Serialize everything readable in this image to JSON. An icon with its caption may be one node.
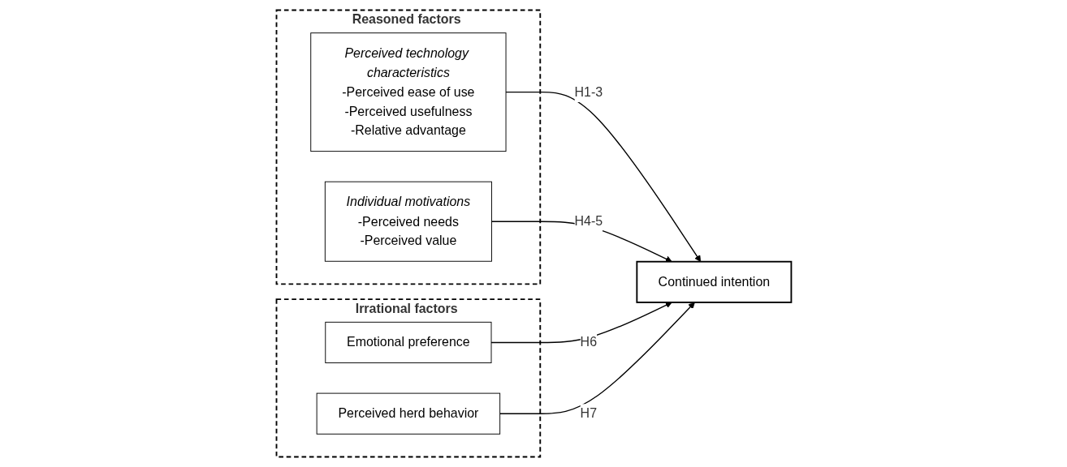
{
  "diagram": {
    "nodes": [
      {
        "text": [
          "Reasoned factors"
        ]
      },
      {
        "text": [
          "Perceived technology characteristics",
          "-Perceived ease of use",
          "-Perceived usefulness",
          "-Relative advantage"
        ],
        "in": 0
      },
      {
        "text": [
          "Individual motivations",
          "-Perceived needs",
          "-Perceived value"
        ],
        "in": 0
      },
      {
        "text": [
          "Continued intention"
        ]
      },
      {
        "text": [
          "Irrational factors"
        ]
      },
      {
        "text": [
          "Emotional preference"
        ],
        "in": 4
      },
      {
        "text": [
          "Perceived herd behavior"
        ],
        "in": 4
      }
    ],
    "edges": [
      {
        "from": 1,
        "to": 3,
        "arrow": "to",
        "label": "H1-3"
      },
      {
        "from": 2,
        "to": 3,
        "arrow": "to",
        "label": "H4-5"
      },
      {
        "from": 5,
        "to": 3,
        "arrow": "to",
        "label": "H6"
      },
      {
        "from": 6,
        "to": 3,
        "arrow": "to",
        "label": "H7"
      }
    ]
  }
}
